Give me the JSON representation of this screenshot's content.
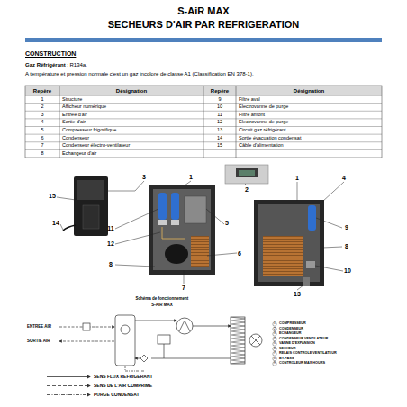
{
  "diagram": {
    "title": "S-AiR MAX",
    "labels": [
      "SECHEURS D'AIR PAR REFRIGERATION",
      "CONSTRUCTION",
      "Gaz Réfrigérant",
      ": R134a.",
      "A température et pression normale c'est un gaz incolore de classe A1 (Classification EN 378-1).",
      "Repère",
      "Désignation",
      "Repère",
      "Désignation",
      "1",
      "Structure",
      "9",
      "Filtre aval",
      "2",
      "Afficheur numérique",
      "10",
      "Electrovanne de purge",
      "3",
      "Entrée d'air",
      "11",
      "Filtre amont",
      "4",
      "Sortie d'air",
      "12",
      "Electrovanne de purge",
      "5",
      "Compresseur frigorifique",
      "13",
      "Circuit gaz réfrigérant",
      "6",
      "Condenseur",
      "14",
      "Sortie évacuation condensat",
      "7",
      "Condenseur électro-ventilateur",
      "15",
      "Câble d'alimentation",
      "8",
      "Echangeur d'air",
      "15",
      "3",
      "1",
      "14",
      "2",
      "11",
      "12",
      "8",
      "5",
      "6",
      "7",
      "1",
      "4",
      "9",
      "8",
      "10",
      "13",
      "Schéma de fonctionnement",
      "S-AiR MAX",
      "ENTREE AIR",
      "SORTIE AIR",
      "1",
      "COMPRESSEUR",
      "2",
      "CONDENSEUR",
      "3",
      "ECHANGEUR",
      "4",
      "CONDENSEUR VENTILATEUR",
      "5",
      "VANNE D'EXPANSION",
      "6",
      "SECHEUR",
      "7",
      "RELAIS CONTROLE VENTILATEUR",
      "8",
      "BY-PASS",
      "9",
      "CONTROLEUR MAX HOURS"
    ],
    "legend": [
      {
        "text": "SENS FLUX REFRIGERANT"
      },
      {
        "text": "SENS DE L'AIR COMPRIME"
      },
      {
        "text": "PURGE CONDENSAT"
      }
    ]
  }
}
